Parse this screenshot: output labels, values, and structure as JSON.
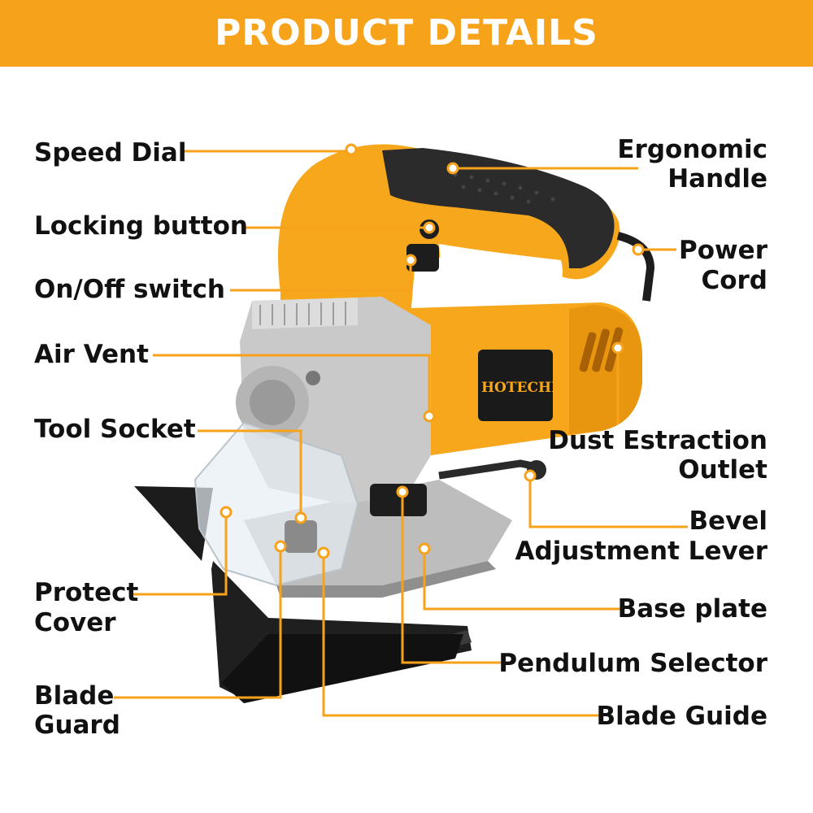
{
  "header": {
    "title": "PRODUCT DETAILS"
  },
  "brand": {
    "logo_text": "HOTECHE"
  },
  "colors": {
    "accent": "#f7a21b",
    "tool_body": "#f6a71c",
    "grip": "#2b2b2b",
    "metal": "#c9c9c9",
    "leader": "#f7a21b"
  },
  "labels": {
    "speed_dial": "Speed Dial",
    "locking_button": "Locking button",
    "on_off_switch": "On/Off switch",
    "air_vent": "Air Vent",
    "tool_socket": "Tool Socket",
    "protect_cover_1": "Protect",
    "protect_cover_2": "Cover",
    "blade_guard_1": "Blade",
    "blade_guard_2": "Guard",
    "ergonomic_handle_1": "Ergonomic",
    "ergonomic_handle_2": "Handle",
    "power_cord_1": "Power",
    "power_cord_2": "Cord",
    "dust_outlet_1": "Dust Estraction",
    "dust_outlet_2": "Outlet",
    "bevel_lever_1": "Bevel",
    "bevel_lever_2": "Adjustment Lever",
    "base_plate": "Base plate",
    "pendulum_selector": "Pendulum Selector",
    "blade_guide": "Blade Guide"
  }
}
